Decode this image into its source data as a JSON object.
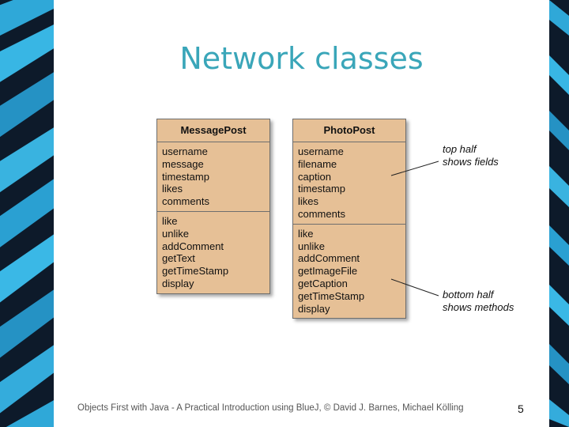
{
  "slide": {
    "title": "Network classes",
    "footer": "Objects First with Java - A Practical Introduction using BlueJ, © David J. Barnes, Michael Kölling",
    "page_number": "5"
  },
  "diagram": {
    "message_post": {
      "name": "MessagePost",
      "fields": [
        "username",
        "message",
        "timestamp",
        "likes",
        "comments"
      ],
      "methods": [
        "like",
        "unlike",
        "addComment",
        "getText",
        "getTimeStamp",
        "display"
      ]
    },
    "photo_post": {
      "name": "PhotoPost",
      "fields": [
        "username",
        "filename",
        "caption",
        "timestamp",
        "likes",
        "comments"
      ],
      "methods": [
        "like",
        "unlike",
        "addComment",
        "getImageFile",
        "getCaption",
        "getTimeStamp",
        "display"
      ]
    },
    "annotations": {
      "top_line1": "top half",
      "top_line2": "shows fields",
      "bottom_line1": "bottom half",
      "bottom_line2": "shows methods"
    }
  },
  "colors": {
    "title": "#3aa6b9",
    "class_fill": "#e6c096",
    "feather_dark": "#0d1a2a",
    "feather_blue": "#2fa8d8"
  }
}
